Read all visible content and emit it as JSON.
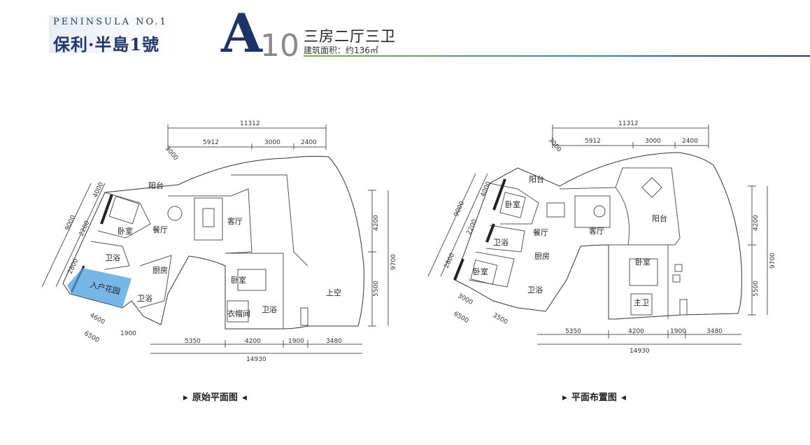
{
  "brand": {
    "english": "PENINSULA NO.1",
    "chinese": "保利·半島1號"
  },
  "unit": {
    "letter": "A",
    "number": "10",
    "type": "三房二厅三卫",
    "area": "建筑面积：约136㎡"
  },
  "plans": [
    {
      "caption": "原始平面图",
      "dims_top": [
        "11312",
        "5912",
        "3000",
        "2400"
      ],
      "dims_left": [
        "3000",
        "4000",
        "9000",
        "2200",
        "2800",
        "4600",
        "6500",
        "1900"
      ],
      "dims_bottom": [
        "5350",
        "4200",
        "1900",
        "3480",
        "14930"
      ],
      "dims_right": [
        "4200",
        "9700",
        "5500"
      ],
      "rooms": [
        "阳台",
        "卧室",
        "餐厅",
        "客厅",
        "卫浴",
        "厨房",
        "入户花园",
        "卫浴",
        "卧室",
        "卫浴",
        "衣帽间",
        "上空"
      ]
    },
    {
      "caption": "平面布置图",
      "dims_top": [
        "11312",
        "5912",
        "3000",
        "2400"
      ],
      "dims_left": [
        "3000",
        "4000",
        "9000",
        "2200",
        "2800",
        "3000",
        "6500",
        "3500"
      ],
      "dims_bottom": [
        "5350",
        "4200",
        "1900",
        "3480",
        "14930"
      ],
      "dims_right": [
        "4200",
        "9700",
        "5500"
      ],
      "rooms": [
        "阳台",
        "卧室",
        "卫浴",
        "餐厅",
        "客厅",
        "阳台",
        "卧室",
        "厨房",
        "卫浴",
        "卧室",
        "主卫"
      ]
    }
  ]
}
